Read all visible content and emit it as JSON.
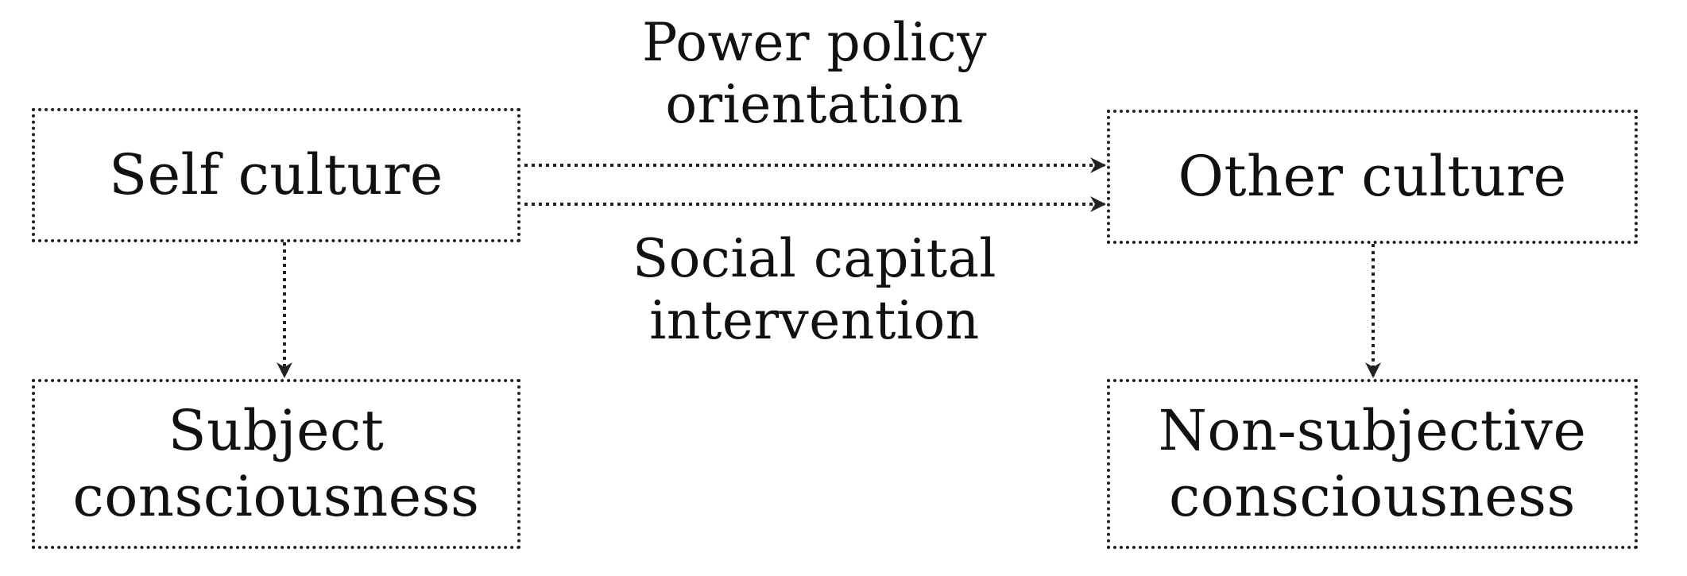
{
  "nodes": {
    "self_culture": "Self culture",
    "other_culture": "Other culture",
    "subject_consciousness": {
      "line1": "Subject",
      "line2": "consciousness"
    },
    "non_subjective_consciousness": {
      "line1": "Non-subjective",
      "line2": "consciousness"
    }
  },
  "edges": {
    "top_label": {
      "line1": "Power policy",
      "line2": "orientation"
    },
    "bottom_label": {
      "line1": "Social capital",
      "line2": "intervention"
    }
  }
}
